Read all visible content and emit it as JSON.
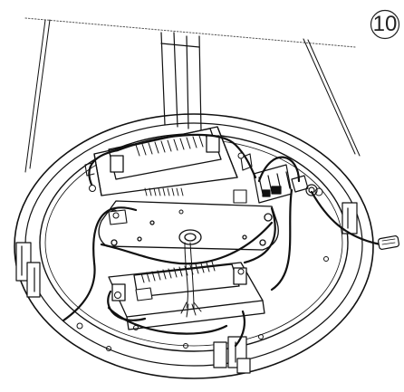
{
  "diagram": {
    "step_number": "10",
    "ink_color": "#111111",
    "background_color": "#ffffff",
    "parts": [
      "suspension-cable-icon",
      "ceiling-line",
      "fixture-ring",
      "led-driver-upper",
      "led-driver-lower",
      "mounting-plate",
      "terminal-block-icon",
      "cable-gland-icon",
      "power-cable",
      "internal-wiring",
      "connector-plug-icon",
      "screw-icon",
      "bracket-icon"
    ]
  }
}
